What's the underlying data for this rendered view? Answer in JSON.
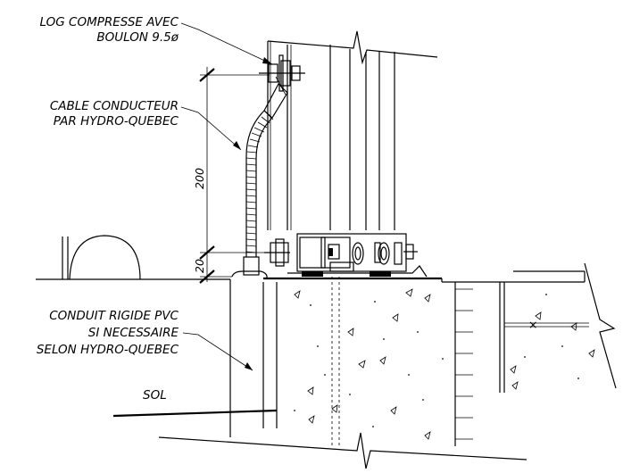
{
  "labels": {
    "log_line1": "LOG COMPRESSE AVEC",
    "log_line2": "BOULON 9.5ø",
    "cable_line1": "CABLE CONDUCTEUR",
    "cable_line2": "PAR HYDRO-QUEBEC",
    "conduit_line1": "CONDUIT RIGIDE PVC",
    "conduit_line2": "SI NECESSAIRE",
    "conduit_line3": "SELON HYDRO-QUEBEC",
    "ground": "SOL"
  },
  "dimensions": {
    "upper": "200",
    "lower": "20"
  }
}
